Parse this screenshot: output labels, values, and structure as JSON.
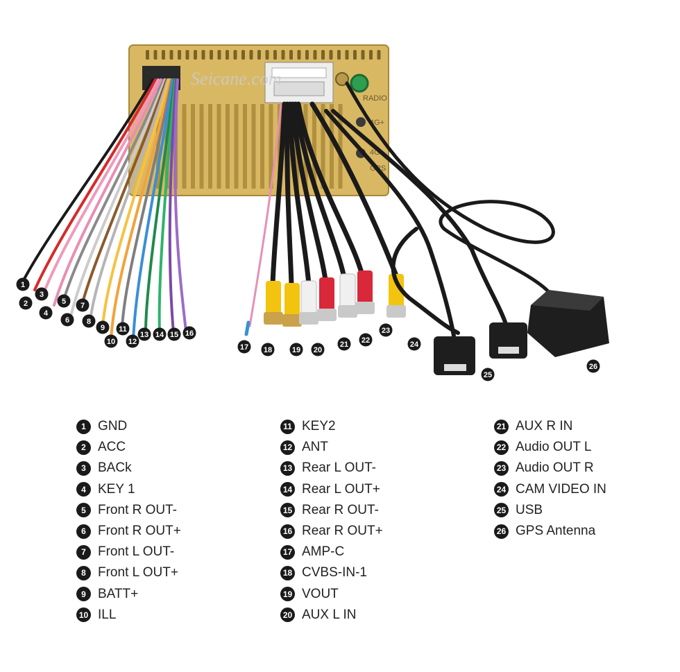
{
  "watermark": "Seicane.com",
  "unit_labels": {
    "radio": "RADIO",
    "fourg_top": "4G+",
    "fourg_mid": "4G",
    "gps": "GPS"
  },
  "callouts": [
    "1",
    "2",
    "3",
    "4",
    "5",
    "6",
    "7",
    "8",
    "9",
    "10",
    "11",
    "12",
    "13",
    "14",
    "15",
    "16",
    "17",
    "18",
    "19",
    "20",
    "21",
    "22",
    "23",
    "24",
    "25",
    "26"
  ],
  "legend": {
    "columns": [
      [
        {
          "num": "1",
          "label": "GND"
        },
        {
          "num": "2",
          "label": "ACC"
        },
        {
          "num": "3",
          "label": "BACk"
        },
        {
          "num": "4",
          "label": "KEY 1"
        },
        {
          "num": "5",
          "label": "Front R OUT-"
        },
        {
          "num": "6",
          "label": "Front R OUT+"
        },
        {
          "num": "7",
          "label": "Front L OUT-"
        },
        {
          "num": "8",
          "label": "Front L OUT+"
        },
        {
          "num": "9",
          "label": "BATT+"
        },
        {
          "num": "10",
          "label": "ILL"
        }
      ],
      [
        {
          "num": "11",
          "label": "KEY2"
        },
        {
          "num": "12",
          "label": "ANT"
        },
        {
          "num": "13",
          "label": "Rear L OUT-"
        },
        {
          "num": "14",
          "label": "Rear L OUT+"
        },
        {
          "num": "15",
          "label": "Rear R OUT-"
        },
        {
          "num": "16",
          "label": "Rear R OUT+"
        },
        {
          "num": "17",
          "label": "AMP-C"
        },
        {
          "num": "18",
          "label": "CVBS-IN-1"
        },
        {
          "num": "19",
          "label": "VOUT"
        },
        {
          "num": "20",
          "label": "AUX L IN"
        }
      ],
      [
        {
          "num": "21",
          "label": "AUX R IN"
        },
        {
          "num": "22",
          "label": "Audio OUT L"
        },
        {
          "num": "23",
          "label": "Audio OUT R"
        },
        {
          "num": "24",
          "label": "CAM VIDEO IN"
        },
        {
          "num": "25",
          "label": "USB"
        },
        {
          "num": "26",
          "label": "GPS Antenna"
        }
      ]
    ]
  },
  "colors": {
    "chassis": "#d9b864",
    "chassis_dark": "#a8873a",
    "cable": "#1a1a1a",
    "rca_yellow": "#f2c40f",
    "rca_white": "#f0f0f0",
    "rca_red": "#d8283a",
    "callout_bg": "#1a1a1a"
  }
}
